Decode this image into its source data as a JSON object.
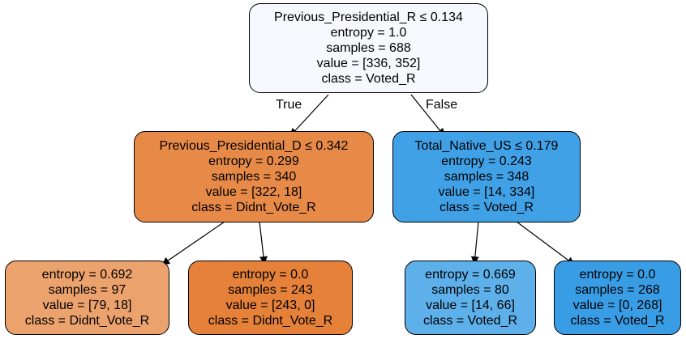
{
  "colors": {
    "root": "#f5f9fd",
    "left": "#e88a47",
    "right": "#41a1e7",
    "ll": "#eca26d",
    "lr": "#e58139",
    "rl": "#5eb0ea",
    "rr": "#399de5",
    "edge": "#000000"
  },
  "nodes": {
    "root": {
      "split": "Previous_Presidential_R ≤ 0.134",
      "entropy": "entropy = 1.0",
      "samples": "samples = 688",
      "value": "value = [336, 352]",
      "class": "class = Voted_R"
    },
    "left": {
      "split": "Previous_Presidential_D ≤ 0.342",
      "entropy": "entropy = 0.299",
      "samples": "samples = 340",
      "value": "value = [322, 18]",
      "class": "class = Didnt_Vote_R"
    },
    "right": {
      "split": "Total_Native_US ≤ 0.179",
      "entropy": "entropy = 0.243",
      "samples": "samples = 348",
      "value": "value = [14, 334]",
      "class": "class = Voted_R"
    },
    "ll": {
      "entropy": "entropy = 0.692",
      "samples": "samples = 97",
      "value": "value = [79, 18]",
      "class": "class = Didnt_Vote_R"
    },
    "lr": {
      "entropy": "entropy = 0.0",
      "samples": "samples = 243",
      "value": "value = [243, 0]",
      "class": "class = Didnt_Vote_R"
    },
    "rl": {
      "entropy": "entropy = 0.669",
      "samples": "samples = 80",
      "value": "value = [14, 66]",
      "class": "class = Voted_R"
    },
    "rr": {
      "entropy": "entropy = 0.0",
      "samples": "samples = 268",
      "value": "value = [0, 268]",
      "class": "class = Voted_R"
    }
  },
  "edges": {
    "true_label": "True",
    "false_label": "False"
  }
}
